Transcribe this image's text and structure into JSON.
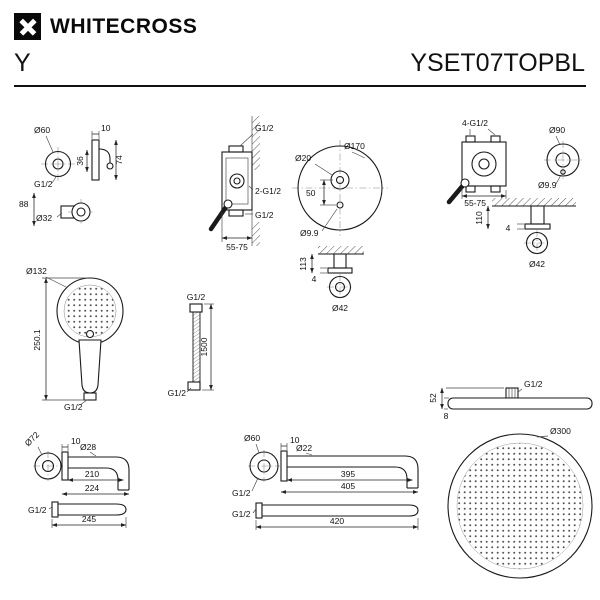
{
  "header": {
    "brand": "WHITECROSS",
    "series": "Y",
    "model": "YSET07TOPBL"
  },
  "drawings": {
    "wall_outlet_holder": {
      "flange_dia": "Ø60",
      "holder_depth": "10",
      "holder_inner_h": "36",
      "holder_h": "74",
      "thread": "G1/2",
      "height": "88",
      "tube_dia": "Ø32"
    },
    "mixer_side": {
      "thread_top": "G1/2",
      "threads_side": "2-G1/2",
      "thread_bottom": "G1/2",
      "depth_range": "55-75"
    },
    "mixer_front": {
      "plate_dia": "Ø170",
      "hub_dia": "Ø20",
      "hub_offset": "50",
      "pin_dia": "Ø9.9"
    },
    "diverter_side": {
      "threads": "4-G1/2",
      "plate_dia": "Ø90",
      "pin_dia": "Ø9.9",
      "depth_range": "55-75"
    },
    "ceiling_elbow": {
      "height": "110",
      "flange_t": "4",
      "flange_dia": "Ø42"
    },
    "hand_shower": {
      "head_dia": "Ø132",
      "length": "250.1",
      "thread": "G1/2"
    },
    "hose": {
      "thread_top": "G1/2",
      "length": "1500",
      "thread_bottom": "G1/2"
    },
    "wall_elbow": {
      "height": "113",
      "flange_t": "4",
      "flange_dia": "Ø42"
    },
    "wall_spout": {
      "flange_dia": "Ø72",
      "flange_t": "10",
      "tube_dia": "Ø28",
      "len_to_bend": "210",
      "len_total": "224",
      "thread": "G1/2",
      "len_bottom": "245"
    },
    "shower_arm": {
      "flange_dia": "Ø60",
      "flange_t": "10",
      "tube_dia": "Ø22",
      "len_to_bend": "395",
      "len_total": "405",
      "thread_front": "G1/2",
      "thread_bottom": "G1/2",
      "len_bottom": "420"
    },
    "head_shower": {
      "thread": "G1/2",
      "height": "52",
      "disc_t": "8",
      "disc_dia": "Ø300"
    }
  }
}
